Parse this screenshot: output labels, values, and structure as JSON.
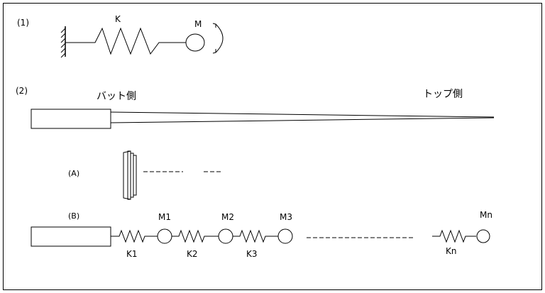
{
  "section1": {
    "label": "(1)",
    "spring_label": "K",
    "mass_label": "M"
  },
  "section2": {
    "label": "(2)",
    "butt_label": "バット側",
    "tip_label": "トップ側"
  },
  "sectionA": {
    "label": "(A)"
  },
  "sectionB": {
    "label": "(B)",
    "masses": [
      "M1",
      "M2",
      "M3",
      "Mn"
    ],
    "springs": [
      "K1",
      "K2",
      "K3",
      "Kn"
    ]
  }
}
